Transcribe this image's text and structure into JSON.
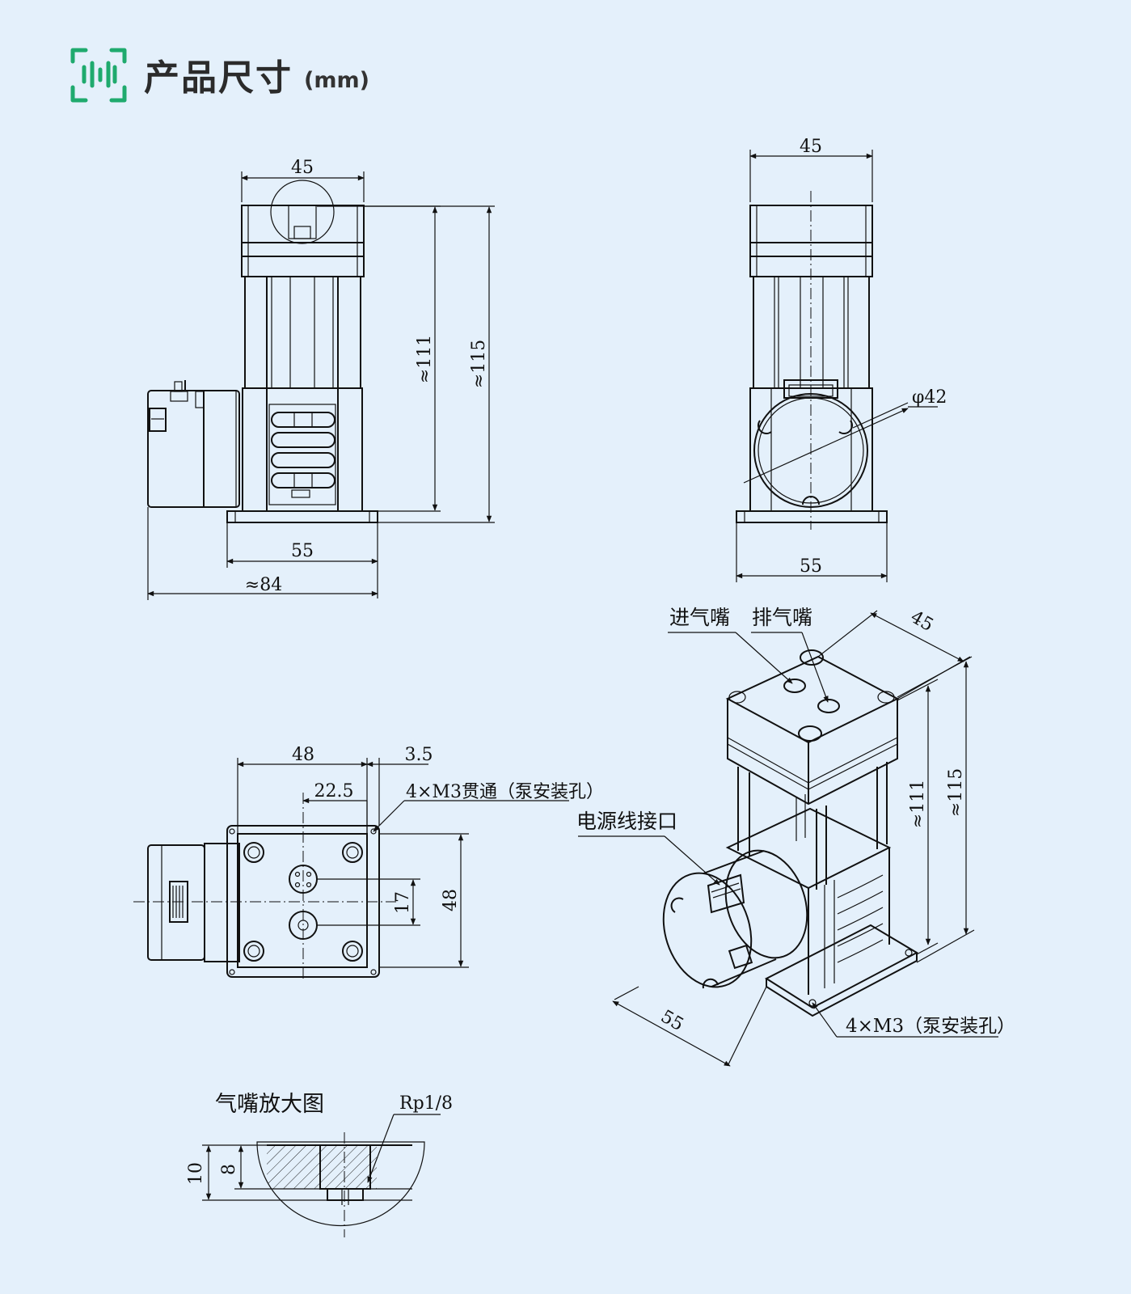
{
  "header": {
    "title": "产品尺寸",
    "unit": "(mm)",
    "icon": "scan-icon",
    "accent_color": "#1faa6e"
  },
  "front_view": {
    "width_top": "45",
    "height_111": "≈111",
    "height_115": "≈115",
    "base_width": "55",
    "overall_width": "≈84"
  },
  "side_view": {
    "width_top": "45",
    "diameter": "φ42",
    "base_width": "55"
  },
  "top_view": {
    "width_48": "48",
    "offset_3_5": "3.5",
    "offset_22_5": "22.5",
    "hole_note": "4×M3贯通（泵安装孔）",
    "spacing_17": "17",
    "height_48": "48"
  },
  "iso_view": {
    "inlet_label": "进气嘴",
    "outlet_label": "排气嘴",
    "width_45": "45",
    "height_111": "≈111",
    "height_115": "≈115",
    "power_label": "电源线接口",
    "base_55": "55",
    "hole_note": "4×M3（泵安装孔）"
  },
  "detail_view": {
    "title": "气嘴放大图",
    "thread": "Rp1/8",
    "depth_10": "10",
    "depth_8": "8"
  }
}
